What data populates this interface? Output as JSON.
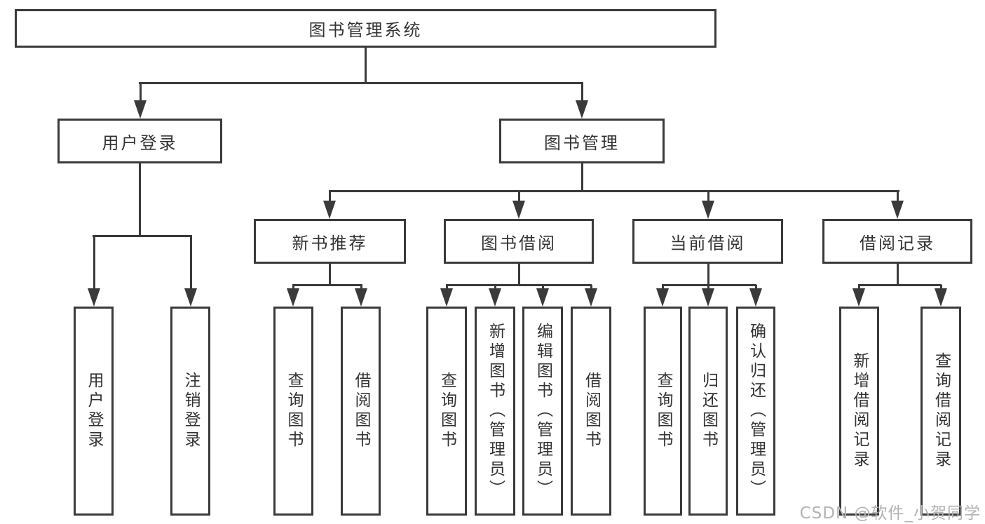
{
  "diagram": {
    "title": "图书管理系统",
    "nodes": {
      "root": {
        "label": "图书管理系统"
      },
      "user_login": {
        "label": "用户登录"
      },
      "book_mgmt": {
        "label": "图书管理"
      },
      "new_book": {
        "label": "新书推荐"
      },
      "book_borrow": {
        "label": "图书借阅"
      },
      "current_borrow": {
        "label": "当前借阅"
      },
      "borrow_record": {
        "label": "借阅记录"
      },
      "leaf_login": {
        "label": "用户登录"
      },
      "leaf_logout": {
        "label": "注销登录"
      },
      "leaf_nb_query": {
        "label": "查询图书"
      },
      "leaf_nb_borrow": {
        "label": "借阅图书"
      },
      "leaf_bb_query": {
        "label": "查询图书"
      },
      "leaf_bb_add": {
        "label": "新增图书（管理员）"
      },
      "leaf_bb_edit": {
        "label": "编辑图书（管理员）"
      },
      "leaf_bb_borrow": {
        "label": "借阅图书"
      },
      "leaf_cb_query": {
        "label": "查询图书"
      },
      "leaf_cb_return": {
        "label": "归还图书"
      },
      "leaf_cb_confirm": {
        "label": "确认归还（管理员）"
      },
      "leaf_br_add": {
        "label": "新增借阅记录"
      },
      "leaf_br_query": {
        "label": "查询借阅记录"
      }
    },
    "colors": {
      "line": "#3a3a3a",
      "text": "#333333",
      "watermark": "#b3b3b3",
      "background": "#ffffff"
    }
  },
  "watermark": "CSDN @软件_小贺同学"
}
